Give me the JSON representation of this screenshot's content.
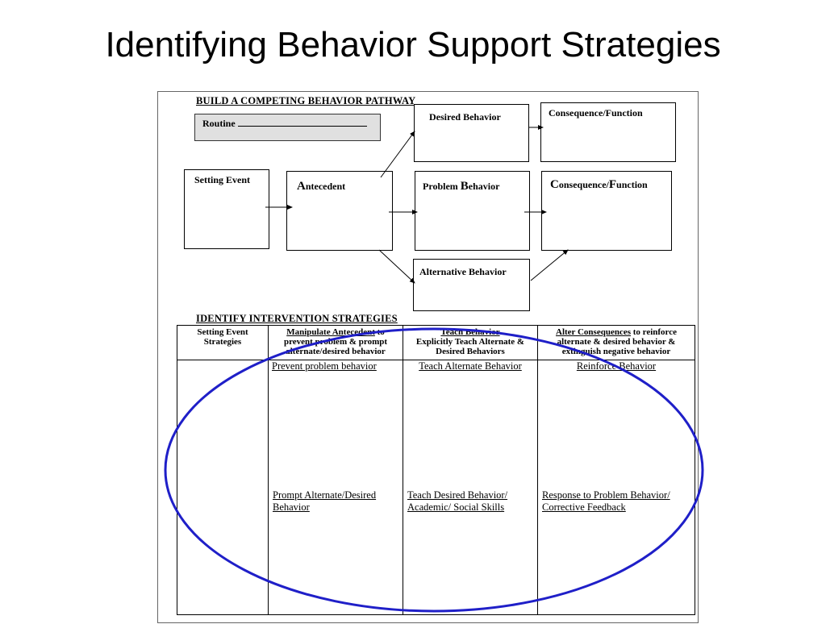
{
  "slide": {
    "title": "Identifying Behavior Support Strategies"
  },
  "pathway": {
    "heading": "BUILD A COMPETING BEHAVIOR PATHWAY",
    "routine_label": "Routine",
    "boxes": {
      "desired_behavior": "Desired Behavior",
      "consequence_top": "Consequence/Function",
      "setting_event": "Setting Event",
      "antecedent_initial": "A",
      "antecedent_rest": "ntecedent",
      "problem_pre": "Problem ",
      "problem_initial": "B",
      "problem_rest": "ehavior",
      "consequence_c": "C",
      "consequence_mid": "onsequence/",
      "consequence_f": "F",
      "consequence_rest": "unction",
      "alternative_behavior": "Alternative Behavior"
    }
  },
  "strategies": {
    "heading": "IDENTIFY INTERVENTION STRATEGIES",
    "columns": [
      {
        "header_underlined": "",
        "header_rest": "Setting Event Strategies"
      },
      {
        "header_underlined": "Manipulate Antecedent",
        "header_rest": " to prevent problem & prompt alternate/desired behavior"
      },
      {
        "header_underlined": "Teach Behavior",
        "header_rest": "Explicitly Teach Alternate & Desired Behaviors"
      },
      {
        "header_underlined": "Alter Consequences",
        "header_rest": " to reinforce alternate & desired behavior & extinguish negative behavior"
      }
    ],
    "top_items": [
      "",
      "Prevent problem behavior",
      "Teach Alternate Behavior",
      "Reinforce Behavior"
    ],
    "bottom_items": [
      "",
      "Prompt Alternate/Desired Behavior",
      "Teach Desired Behavior/ Academic/ Social Skills",
      "Response to Problem Behavior/ Corrective Feedback"
    ]
  },
  "colors": {
    "ellipse": "#1f1fc8",
    "routine_fill": "#e0e0e0"
  }
}
